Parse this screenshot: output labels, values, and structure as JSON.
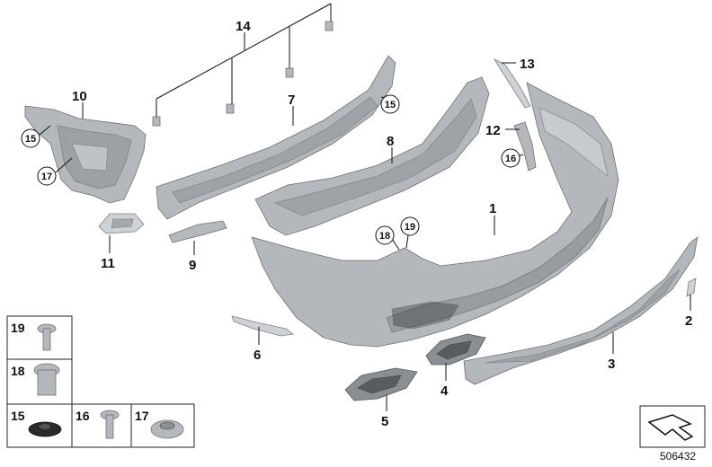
{
  "diagram": {
    "diagram_id": "506432",
    "callouts": [
      "1",
      "2",
      "3",
      "4",
      "5",
      "6",
      "7",
      "8",
      "9",
      "10",
      "11",
      "12",
      "13",
      "14"
    ],
    "circled_callouts": [
      "15",
      "15",
      "16",
      "17",
      "18",
      "19"
    ],
    "legend": [
      "19",
      "18",
      "15",
      "16",
      "17"
    ]
  }
}
